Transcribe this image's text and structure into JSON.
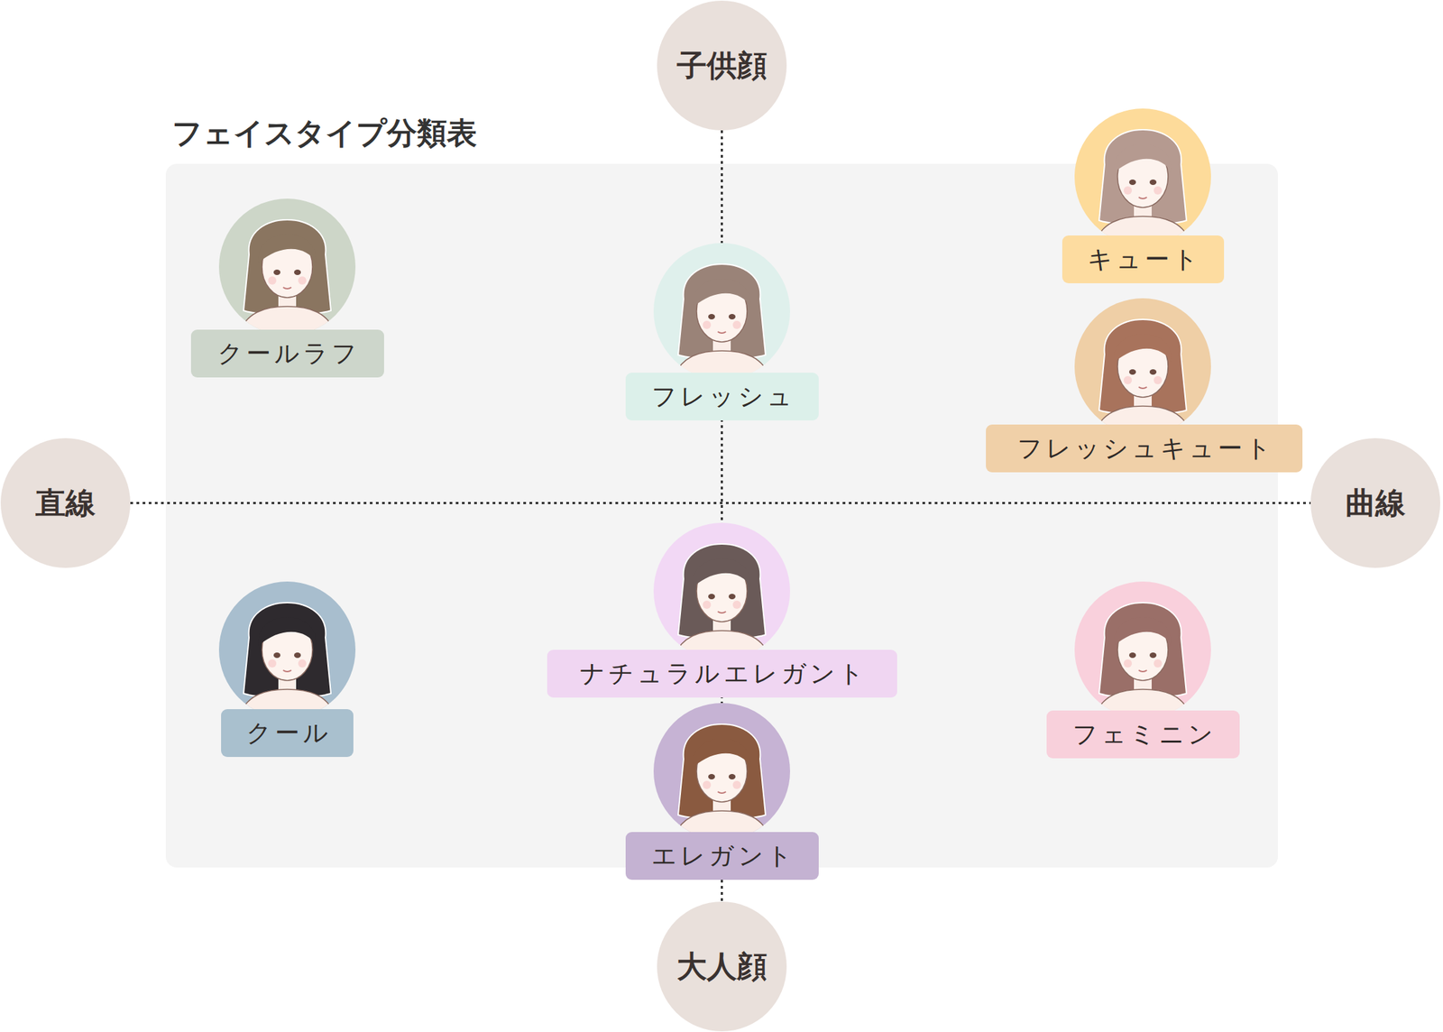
{
  "diagram": {
    "title": "フェイスタイプ分類表",
    "nodes": [
      {
        "text": [
          "子供顔"
        ]
      },
      {
        "text": [
          "キュート"
        ]
      },
      {
        "text": [
          "クールラフ"
        ]
      },
      {
        "text": [
          "フレッシュ"
        ]
      },
      {
        "text": [
          "フレッシュキュート"
        ]
      },
      {
        "text": [
          "直線"
        ]
      },
      {
        "text": [
          "曲線"
        ]
      },
      {
        "text": [
          "ナチュラルエレガント"
        ]
      },
      {
        "text": [
          "クール"
        ]
      },
      {
        "text": [
          "フェミニン"
        ]
      },
      {
        "text": [
          "エレガント"
        ]
      },
      {
        "text": [
          "大人顔"
        ]
      }
    ],
    "edges": [
      {
        "from": 0,
        "to": 11,
        "arrow": "none"
      },
      {
        "from": 5,
        "to": 6,
        "arrow": "none"
      }
    ]
  }
}
